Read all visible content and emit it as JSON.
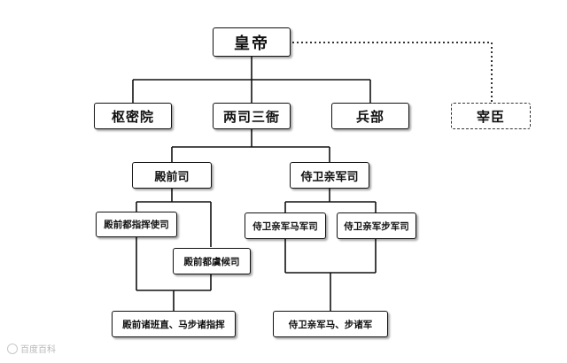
{
  "nodes": {
    "emperor": "皇帝",
    "shumiyuan": "枢密院",
    "liangsi_sanya": "两司三衙",
    "bingbu": "兵部",
    "zaichen": "宰臣",
    "dianqiansi": "殿前司",
    "shiwei_qinjunsi": "侍卫亲军司",
    "dianqian_duzhihuishisi": "殿前都指挥使司",
    "dianqian_duyuhousi": "殿前都虞候司",
    "shiwei_majunsi": "侍卫亲军马军司",
    "shiwei_bujunsi": "侍卫亲军步军司",
    "dianqian_zhuban": "殿前诸班直、马步诸指挥",
    "shiwei_zhujun": "侍卫亲军马、步诸军"
  },
  "watermark": "百度百科",
  "colors": {
    "line": "#111111",
    "dashed": "#333333",
    "watermark": "#b9b9b9"
  }
}
